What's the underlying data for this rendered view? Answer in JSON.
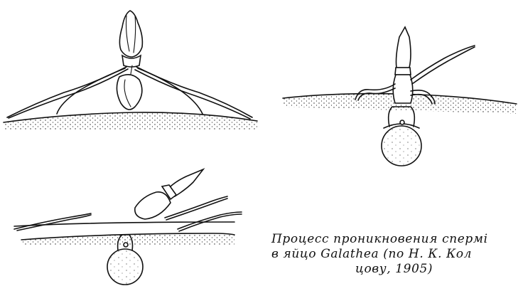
{
  "caption": {
    "line1": "Процесс проникновения спермі",
    "line2": "в яйцо Galathea (по Н. К. Кол",
    "line3": "цову, 1905)"
  }
}
